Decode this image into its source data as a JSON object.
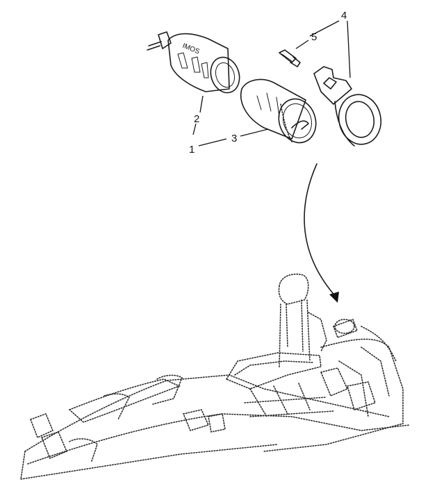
{
  "diagram": {
    "callouts": [
      {
        "id": "1",
        "text": "1"
      },
      {
        "id": "2",
        "text": "2"
      },
      {
        "id": "3",
        "text": "3"
      },
      {
        "id": "4",
        "text": "4"
      },
      {
        "id": "5",
        "text": "5"
      }
    ],
    "housing_marking": "IMOS"
  }
}
